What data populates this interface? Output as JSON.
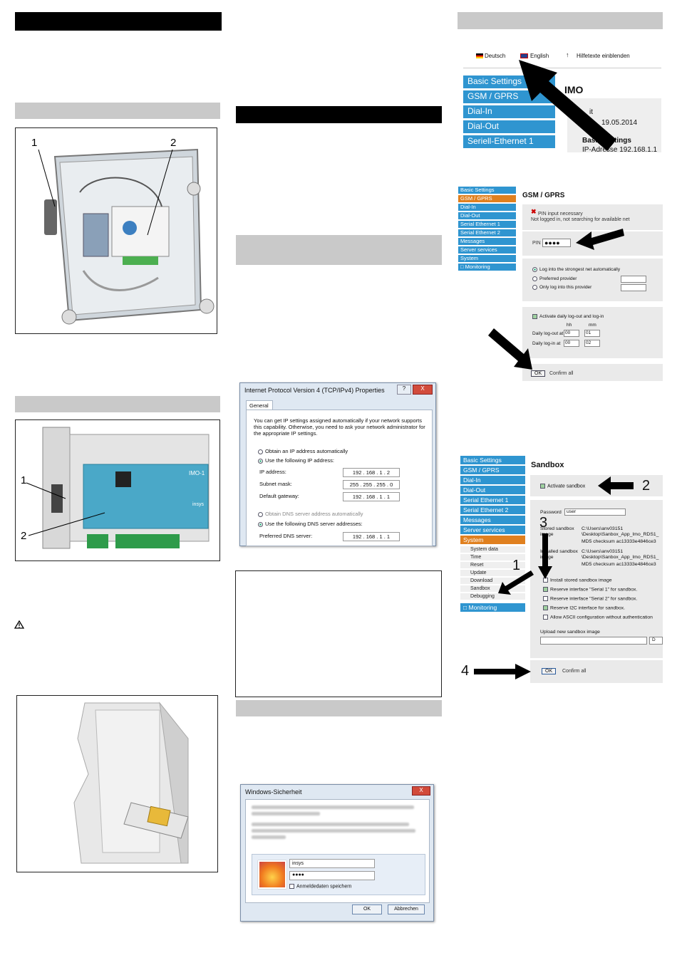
{
  "colors": {
    "menu_blue": "#2f95d0",
    "menu_active": "#e0801f",
    "bar_gray": "#c9c9c9",
    "bar_black": "#000000"
  },
  "figures": {
    "cabinet": {
      "callouts": [
        "1",
        "2"
      ]
    },
    "router": {
      "callouts": [
        "1",
        "2"
      ],
      "front_text": {
        "model": "IMO-1",
        "brand": "insys"
      }
    },
    "warning_icon": "warning-triangle-icon"
  },
  "lang_screen": {
    "lang_de": "Deutsch",
    "lang_en": "English",
    "help_toggle": "Hilfetexte einblenden",
    "menu": [
      "Basic Settings",
      "GSM / GPRS",
      "Dial-In",
      "Dial-Out",
      "Seriell-Ethernet 1"
    ],
    "title": "IMO",
    "date": "19.05.2014",
    "section": "Basic Settings",
    "ip_fragment": "IP-Adresse 192.168.1.1",
    "partial_text": "it"
  },
  "gsm_screen": {
    "menu": [
      "Basic Settings",
      "GSM / GPRS",
      "Dial-In",
      "Dial-Out",
      "Serial Ethernet 1",
      "Serial Ethernet 2",
      "Messages",
      "Server services",
      "System",
      "□ Monitoring"
    ],
    "title": "GSM / GPRS",
    "pin_status": "PIN input necessary",
    "net_status": "Not logged in, not searching for available net",
    "pin_label": "PIN",
    "pin_value": "●●●●",
    "radio_strongest": "Log into the strongest net automatically",
    "radio_preferred": "Preferred provider",
    "radio_only": "Only log into this provider",
    "daily_check": "Activate daily log-out and log-in",
    "hh": "hh",
    "mm": "mm",
    "logout_label": "Daily log-out at",
    "logout_hh": "00",
    "logout_mm": "01",
    "login_label": "Daily log-in at",
    "login_hh": "00",
    "login_mm": "02",
    "ok": "OK",
    "confirm": "Confirm all"
  },
  "sandbox_screen": {
    "menu": [
      "Basic Settings",
      "GSM / GPRS",
      "Dial-In",
      "Dial-Out",
      "Serial Ethernet 1",
      "Serial Ethernet 2",
      "Messages",
      "Server services",
      "System"
    ],
    "submenu": [
      "System data",
      "Time",
      "Reset",
      "Update",
      "Download",
      "Sandbox",
      "Debugging"
    ],
    "monitoring": "□ Monitoring",
    "title": "Sandbox",
    "activate": "Activate sandbox",
    "password_label": "Password",
    "password_value": "user",
    "stored_label": "Stored sandbox image",
    "stored_path1": "C:\\Users\\anv03151",
    "stored_path2": "\\Desktop\\Sanbox_App_Imo_RDS1_",
    "stored_md5": "MD5 checksum ac13333e4846ce3",
    "installed_label": "Installed sandbox image",
    "installed_path1": "C:\\Users\\anv03151",
    "installed_path2": "\\Desktop\\Sanbox_App_Imo_RDS1_",
    "installed_md5": "MD5 checksum ac13333e4846ce3",
    "opt1": "Install stored sandbox image",
    "opt2": "Reserve interface \"Serial 1\" for sandbox.",
    "opt3": "Reserve interface \"Serial 2\" for sandbox.",
    "opt4": "Reserve I2C interface for sandbox.",
    "opt5": "Allow ASCII configuration without authentication",
    "upload_label": "Upload new sandbox image",
    "browse": "D",
    "ok": "OK",
    "confirm": "Confirm all",
    "callouts": [
      "1",
      "2",
      "3",
      "4"
    ]
  },
  "tcpip_dialog": {
    "title": "Internet Protocol Version 4 (TCP/IPv4) Properties",
    "help": "?",
    "close": "X",
    "tab": "General",
    "intro": "You can get IP settings assigned automatically if your network supports this capability. Otherwise, you need to ask your network administrator for the appropriate IP settings.",
    "obtain_ip": "Obtain an IP address automatically",
    "use_ip": "Use the following IP address:",
    "ip_label": "IP address:",
    "ip": [
      "192",
      "168",
      "1",
      "2"
    ],
    "mask_label": "Subnet mask:",
    "mask": [
      "255",
      "255",
      "255",
      "0"
    ],
    "gw_label": "Default gateway:",
    "gw": [
      "192",
      "168",
      "1",
      "1"
    ],
    "obtain_dns": "Obtain DNS server address automatically",
    "use_dns": "Use the following DNS server addresses:",
    "dns_label": "Preferred DNS server:",
    "dns": [
      "192",
      "168",
      "1",
      "1"
    ]
  },
  "security_dialog": {
    "title": "Windows-Sicherheit",
    "close": "X",
    "username": "insys",
    "password": "●●●●",
    "remember": "Anmeldedaten speichern",
    "ok": "OK",
    "cancel": "Abbrechen"
  }
}
